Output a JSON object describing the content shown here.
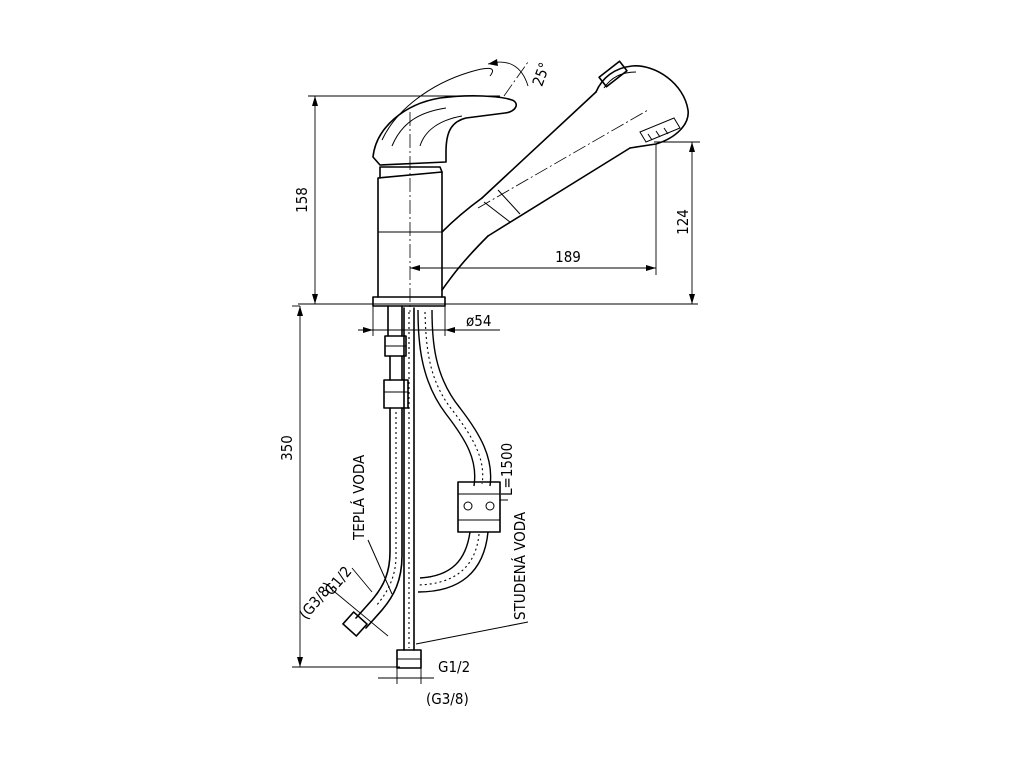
{
  "dimensions": {
    "angle": "25°",
    "height_total": "158",
    "spout_height": "124",
    "spout_reach": "189",
    "base_diameter": "ø54",
    "hose_length": "350"
  },
  "labels": {
    "hot_water": "TEPLÁ VODA",
    "cold_water": "STUDENÁ VODA",
    "hose_spec": "L=1500",
    "thread_left": "G1/2",
    "thread_left_alt": "(G3/8)",
    "thread_bottom": "G1/2",
    "thread_bottom_alt": "(G3/8)"
  }
}
